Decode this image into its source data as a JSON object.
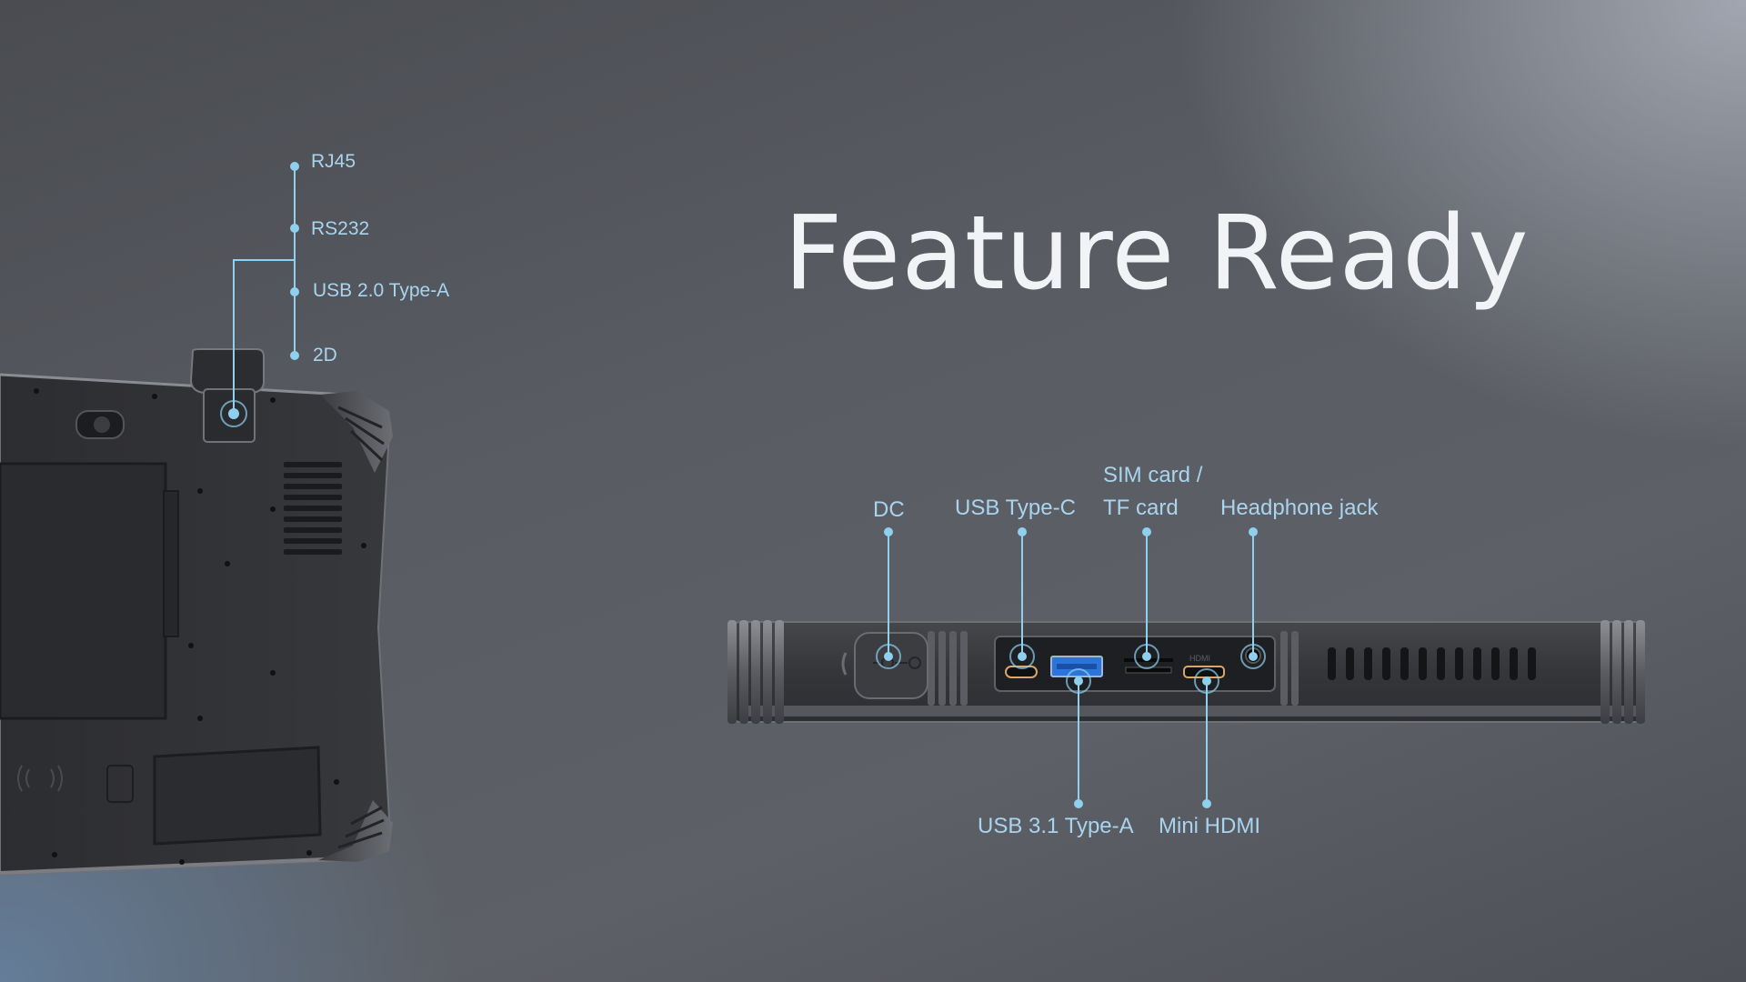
{
  "headline": "Feature Ready",
  "accent_color": "#8fd0ef",
  "side_ports": [
    "RJ45",
    "RS232",
    "USB 2.0 Type-A",
    "2D"
  ],
  "bottom_ports_top_row": {
    "dc": "DC",
    "usb_type_c": "USB Type-C",
    "sim_card_line1": "SIM card /",
    "sim_card_line2": "TF card",
    "headphone_jack": "Headphone jack"
  },
  "bottom_ports_bottom_row": {
    "usb_31": "USB 3.1 Type-A",
    "mini_hdmi": "Mini HDMI"
  },
  "device_markings": {
    "hdmi_mark": "HDMI"
  }
}
